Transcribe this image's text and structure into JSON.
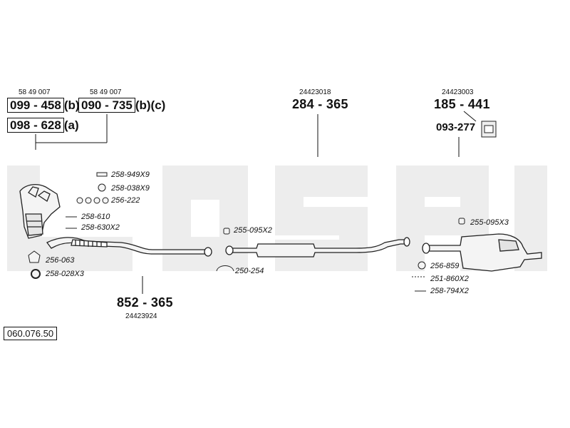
{
  "groups": {
    "manifold": {
      "oe_left": "58 49 007",
      "oe_right": "58 49 007",
      "part_a": "099 - 458",
      "part_a_suffix": "(b)",
      "part_b": "090 - 735",
      "part_b_suffix": "(b)(c)",
      "part_c": "098 - 628",
      "part_c_suffix": "(a)"
    },
    "front_pipe": {
      "part": "852 - 365",
      "oe": "24423924"
    },
    "middle_silencer": {
      "part": "284 - 365",
      "oe": "24423018"
    },
    "rear_silencer": {
      "part": "185 - 441",
      "oe": "24423003",
      "kit": "093-277"
    }
  },
  "accessories": {
    "a1": "258-949X9",
    "a2": "258-038X9",
    "a3": "256-222",
    "a4": "258-610",
    "a5": "258-630X2",
    "a6": "256-063",
    "a7": "258-028X3",
    "a8": "255-095X2",
    "a9": "250-254",
    "a10": "255-095X3",
    "a11": "256-859",
    "a12": "251-860X2",
    "a13": "258-794X2"
  },
  "diagram_code": "060.076.50",
  "colors": {
    "watermark": "#ededed",
    "ink": "#111111",
    "part_fill": "#f4f4f4"
  }
}
